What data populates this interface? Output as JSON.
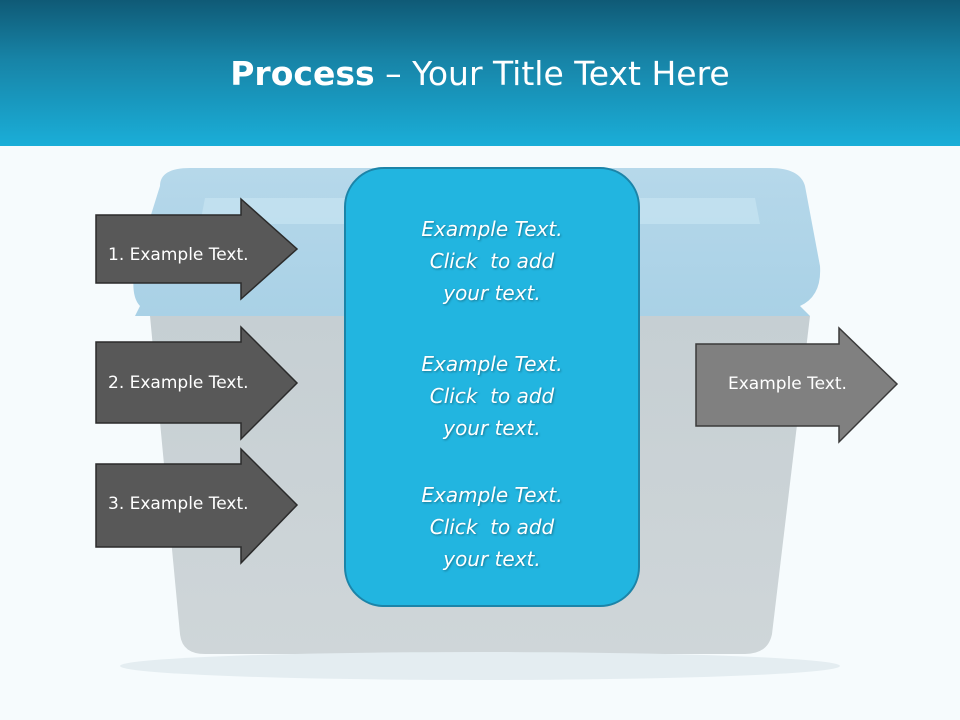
{
  "slide": {
    "title_bold": "Process",
    "title_rest": " – Your Title Text Here",
    "colors": {
      "header_top": "#0f5a76",
      "header_bottom": "#1aaed8",
      "panel_fill": "#22b5e0",
      "panel_border": "#1c84a8",
      "arrow_dark": "#585858",
      "arrow_output": "#808080"
    }
  },
  "input_arrows": [
    {
      "label": "1. Example Text."
    },
    {
      "label": "2. Example Text."
    },
    {
      "label": "3. Example Text."
    }
  ],
  "panel": {
    "blocks": [
      {
        "line1": "Example Text.",
        "line2": "Click  to add",
        "line3": "your text."
      },
      {
        "line1": "Example Text.",
        "line2": "Click  to add",
        "line3": "your text."
      },
      {
        "line1": "Example Text.",
        "line2": "Click  to add",
        "line3": "your text."
      }
    ]
  },
  "output_arrow": {
    "label": "Example Text."
  }
}
